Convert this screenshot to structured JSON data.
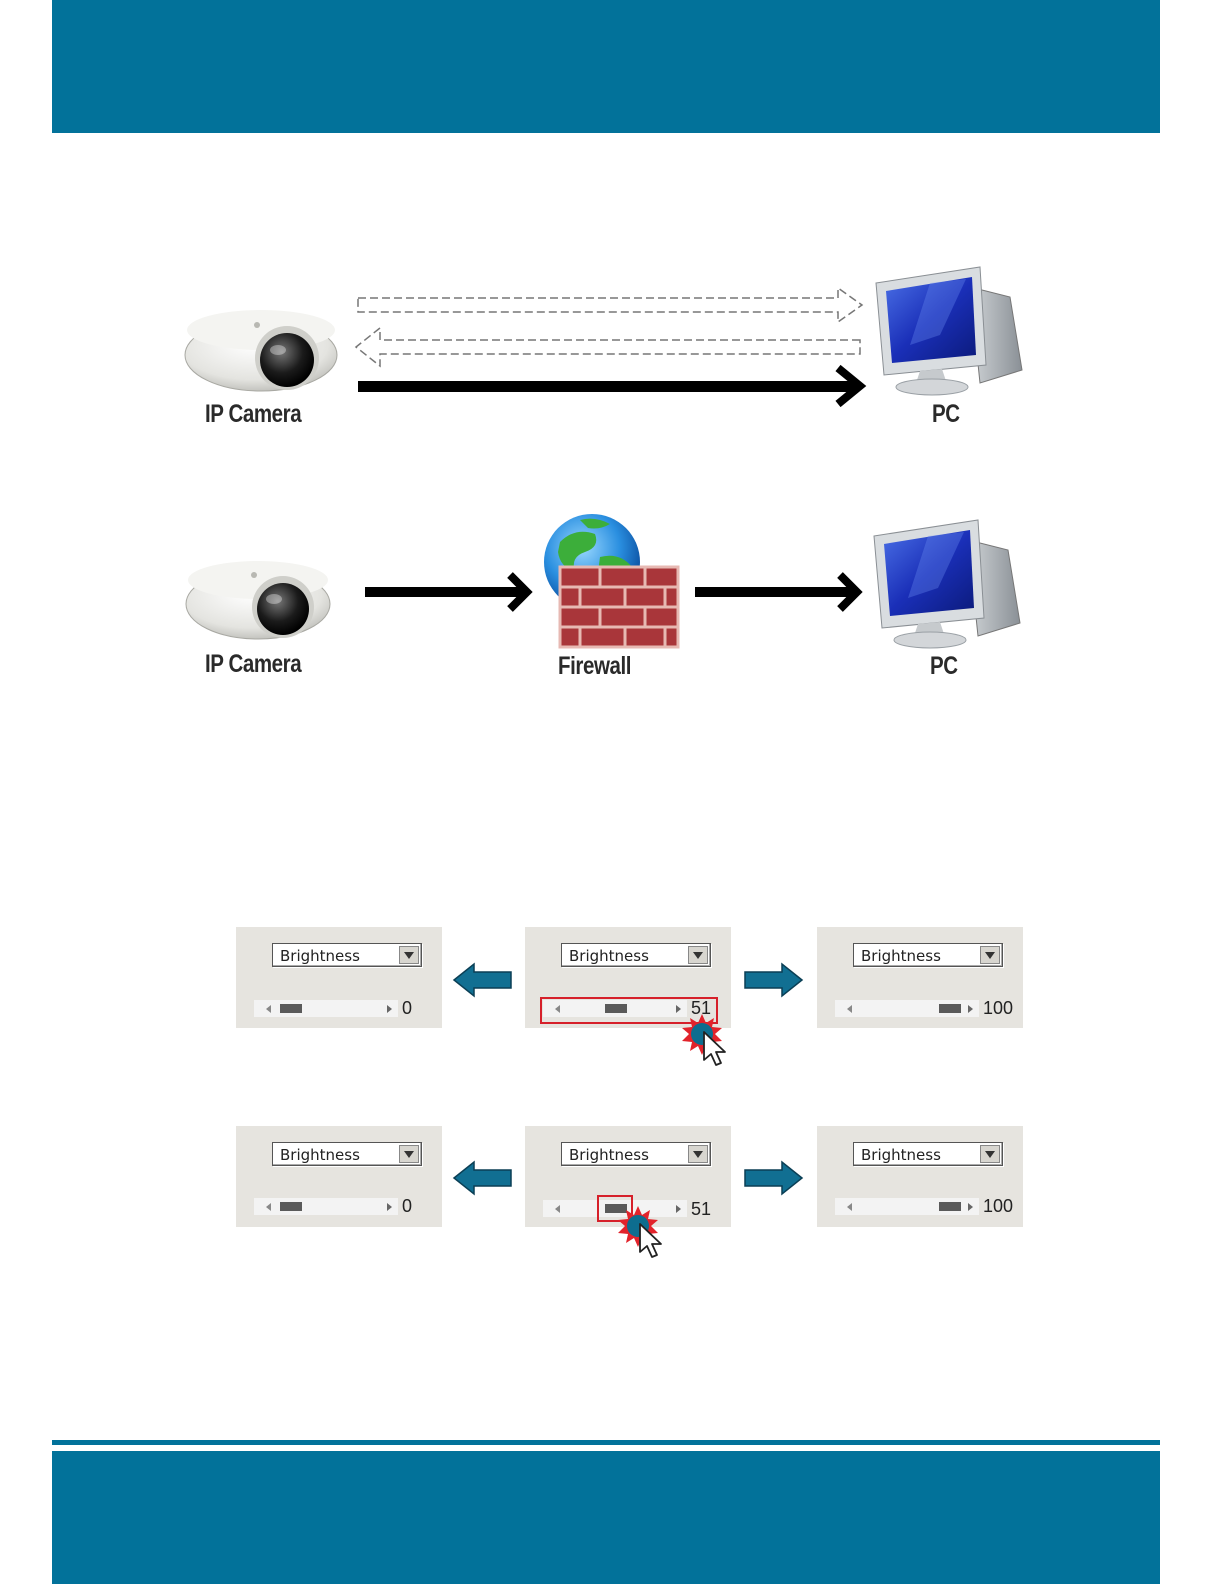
{
  "diagram1": {
    "left_label": "IP Camera",
    "right_label": "PC"
  },
  "diagram2": {
    "left_label": "IP Camera",
    "middle_label": "Firewall",
    "right_label": "PC"
  },
  "slider_rows": [
    {
      "panels": [
        {
          "dropdown": "Brightness",
          "value": "0",
          "slider_level": 0
        },
        {
          "dropdown": "Brightness",
          "value": "51",
          "slider_level": 51
        },
        {
          "dropdown": "Brightness",
          "value": "100",
          "slider_level": 100
        }
      ]
    },
    {
      "panels": [
        {
          "dropdown": "Brightness",
          "value": "0",
          "slider_level": 0
        },
        {
          "dropdown": "Brightness",
          "value": "51",
          "slider_level": 51
        },
        {
          "dropdown": "Brightness",
          "value": "100",
          "slider_level": 100
        }
      ]
    }
  ],
  "colors": {
    "brand": "#02729a",
    "highlight": "#d6202a"
  },
  "icons": [
    "dome-camera-icon",
    "pc-monitor-icon",
    "firewall-globe-icon",
    "cursor-click-icon",
    "arrow-left-icon",
    "arrow-right-icon"
  ]
}
